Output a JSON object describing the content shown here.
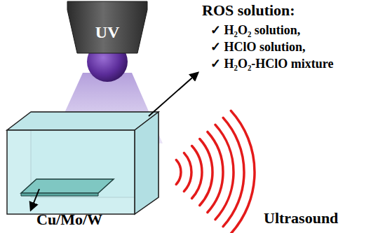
{
  "diagram": {
    "nodes": [
      {
        "text": [
          "UV"
        ]
      }
    ],
    "labels": [
      "ROS solution:",
      "✓ H₂O₂ solution,",
      "✓ HClO solution,",
      "✓ H₂O₂-HClO mixture",
      "Cu/Mo/W",
      "Ultrasound"
    ]
  }
}
